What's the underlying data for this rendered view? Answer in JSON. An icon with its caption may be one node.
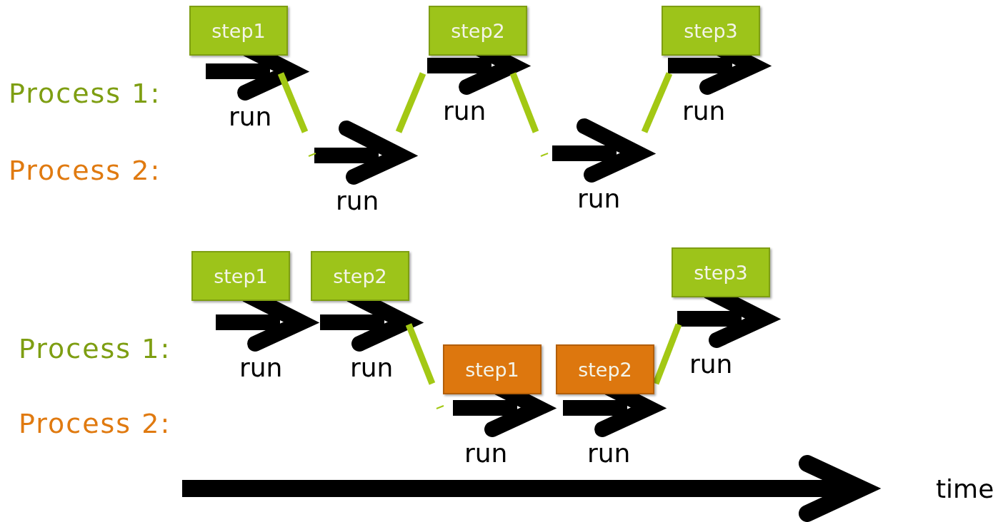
{
  "diagram": {
    "nodes": [
      {
        "text": [
          "step1"
        ]
      },
      {
        "text": [
          "step2"
        ]
      },
      {
        "text": [
          "step3"
        ]
      },
      {
        "text": [
          "step1"
        ]
      },
      {
        "text": [
          "step2"
        ]
      },
      {
        "text": [
          "step3"
        ]
      },
      {
        "text": [
          "step1"
        ]
      },
      {
        "text": [
          "step2"
        ]
      }
    ],
    "labels": [
      "Process 1:",
      "run",
      "run",
      "run",
      "Process 2:",
      "run",
      "run",
      "Process 1:",
      "run",
      "run",
      "run",
      "Process 2:",
      "run",
      "run",
      "time"
    ]
  }
}
